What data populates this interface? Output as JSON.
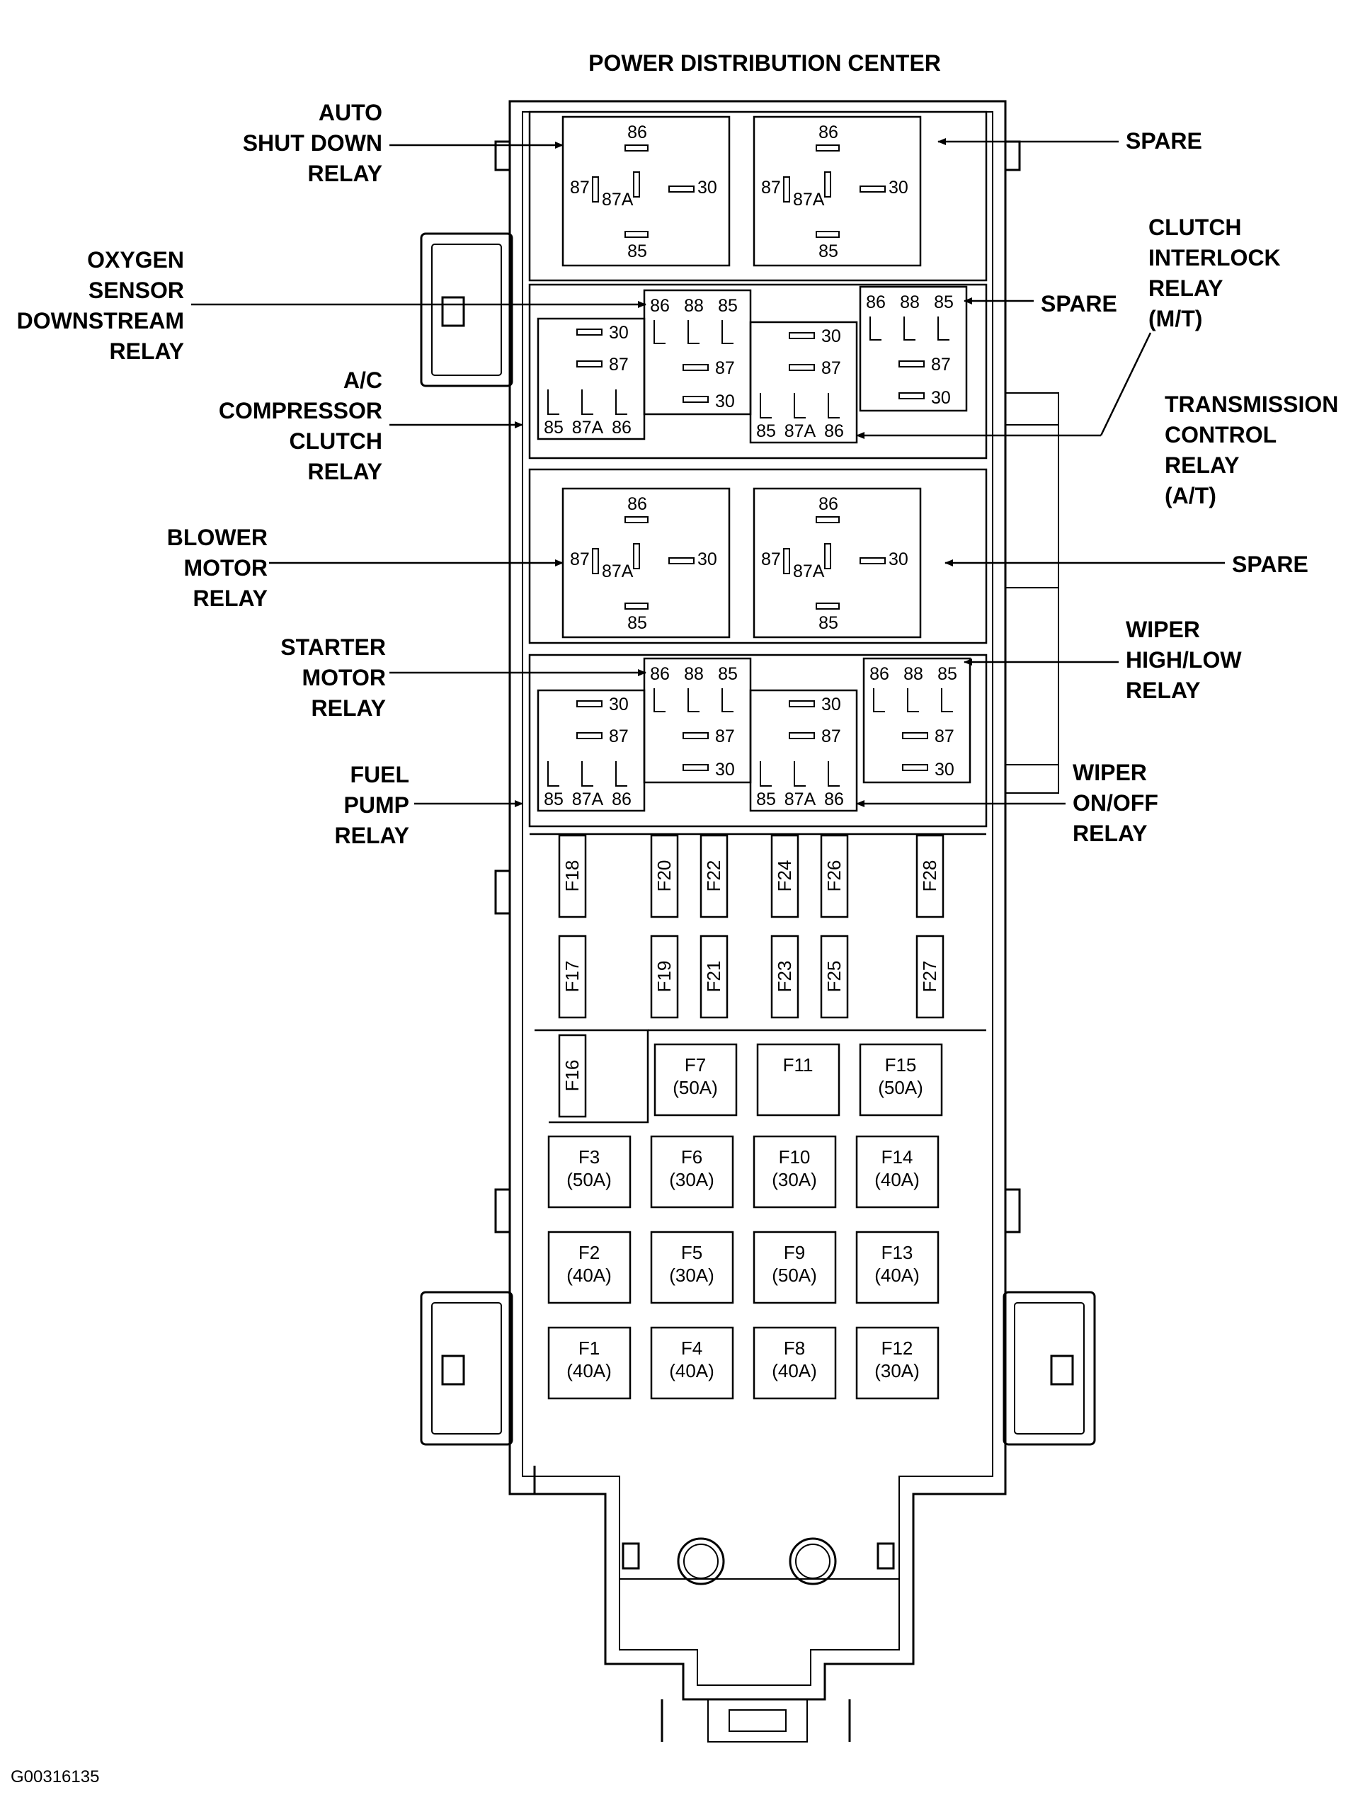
{
  "title": "POWER DISTRIBUTION CENTER",
  "figure_id": "G00316135",
  "labels": {
    "asd": [
      "AUTO",
      "SHUT DOWN",
      "RELAY"
    ],
    "spare_top": [
      "SPARE"
    ],
    "o2": [
      "OXYGEN",
      "SENSOR",
      "DOWNSTREAM",
      "RELAY"
    ],
    "spare_r2": [
      "SPARE"
    ],
    "clutch": [
      "CLUTCH",
      "INTERLOCK",
      "RELAY",
      "(M/T)"
    ],
    "ac": [
      "A/C",
      "COMPRESSOR",
      "CLUTCH",
      "RELAY"
    ],
    "tcr": [
      "TRANSMISSION",
      "CONTROL",
      "RELAY",
      "(A/T)"
    ],
    "blower": [
      "BLOWER",
      "MOTOR",
      "RELAY"
    ],
    "spare_r3": [
      "SPARE"
    ],
    "starter": [
      "STARTER",
      "MOTOR",
      "RELAY"
    ],
    "wiper_hl": [
      "WIPER",
      "HIGH/LOW",
      "RELAY"
    ],
    "fuel": [
      "FUEL",
      "PUMP",
      "RELAY"
    ],
    "wiper_onoff": [
      "WIPER",
      "ON/OFF",
      "RELAY"
    ]
  },
  "relay_pins": {
    "full": [
      "86",
      "87",
      "87A",
      "30",
      "85"
    ],
    "mini": [
      "86",
      "88",
      "85",
      "87",
      "30",
      "87A"
    ]
  },
  "small_fuses": {
    "row1": [
      "F18",
      "F20",
      "F22",
      "F24",
      "F26",
      "F28"
    ],
    "row2": [
      "F17",
      "F19",
      "F21",
      "F23",
      "F25",
      "F27"
    ],
    "f16": "F16"
  },
  "maxi_fuses": [
    {
      "id": "F7",
      "rating": "(50A)"
    },
    {
      "id": "F11",
      "rating": ""
    },
    {
      "id": "F15",
      "rating": "(50A)"
    },
    {
      "id": "F3",
      "rating": "(50A)"
    },
    {
      "id": "F6",
      "rating": "(30A)"
    },
    {
      "id": "F10",
      "rating": "(30A)"
    },
    {
      "id": "F14",
      "rating": "(40A)"
    },
    {
      "id": "F2",
      "rating": "(40A)"
    },
    {
      "id": "F5",
      "rating": "(30A)"
    },
    {
      "id": "F9",
      "rating": "(50A)"
    },
    {
      "id": "F13",
      "rating": "(40A)"
    },
    {
      "id": "F1",
      "rating": "(40A)"
    },
    {
      "id": "F4",
      "rating": "(40A)"
    },
    {
      "id": "F8",
      "rating": "(40A)"
    },
    {
      "id": "F12",
      "rating": "(30A)"
    }
  ]
}
